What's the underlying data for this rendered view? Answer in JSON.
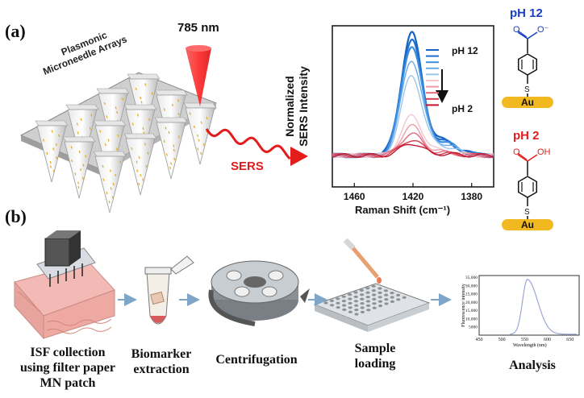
{
  "panel_a": {
    "label": "(a)",
    "laser_label": "785 nm",
    "array_label_line1": "Plasmonic",
    "array_label_line2": "Microneedle Arrays",
    "sers_label": "SERS",
    "chart_data": {
      "type": "line",
      "ylabel_line1": "Normalized",
      "ylabel_line2": "SERS Intensity",
      "xlabel": "Raman  Shift (cm⁻¹)",
      "xlim": [
        1475,
        1365
      ],
      "xticks": [
        1460,
        1420,
        1380
      ],
      "legend_top": "pH 12",
      "legend_bottom": "pH 2",
      "series": [
        {
          "color": "#1565c0",
          "peak": 1.0
        },
        {
          "color": "#1e6fd0",
          "peak": 0.95
        },
        {
          "color": "#3a8ee0",
          "peak": 0.9
        },
        {
          "color": "#6aa9e8",
          "peak": 0.78
        },
        {
          "color": "#9cc6ef",
          "peak": 0.65
        },
        {
          "color": "#f4c6cc",
          "peak": 0.32
        },
        {
          "color": "#ef9aa5",
          "peak": 0.24
        },
        {
          "color": "#e46b7b",
          "peak": 0.18
        },
        {
          "color": "#d43a50",
          "peak": 0.13
        },
        {
          "color": "#c0152d",
          "peak": 0.1
        }
      ]
    },
    "molecule_top": {
      "label": "pH 12",
      "group": "O⁻",
      "o": "O",
      "s": "S",
      "au": "Au",
      "color": "#1a3fc4"
    },
    "molecule_bottom": {
      "label": "pH 2",
      "group": "OH",
      "o": "O",
      "s": "S",
      "au": "Au",
      "color": "#e02020"
    }
  },
  "panel_b": {
    "label": "(b)",
    "steps": [
      {
        "line1": "ISF collection",
        "line2": "using filter paper",
        "line3": "MN patch"
      },
      {
        "line1": "Biomarker",
        "line2": "extraction"
      },
      {
        "line1": "Centrifugation"
      },
      {
        "line1": "Sample",
        "line2": "loading"
      },
      {
        "line1": "Analysis"
      }
    ],
    "fluor_chart": {
      "type": "line",
      "ylabel": "Fluorescence intensity",
      "xlabel": "Wavelength (nm)",
      "yticks": [
        "35,000",
        "30,000",
        "25,000",
        "20,000",
        "15,000",
        "10,000",
        "5000"
      ],
      "xticks": [
        "450",
        "500",
        "550",
        "600",
        "650"
      ],
      "xlim": [
        450,
        670
      ],
      "ylim": [
        0,
        36000
      ],
      "peak_x": 556,
      "peak_y": 33000
    }
  }
}
